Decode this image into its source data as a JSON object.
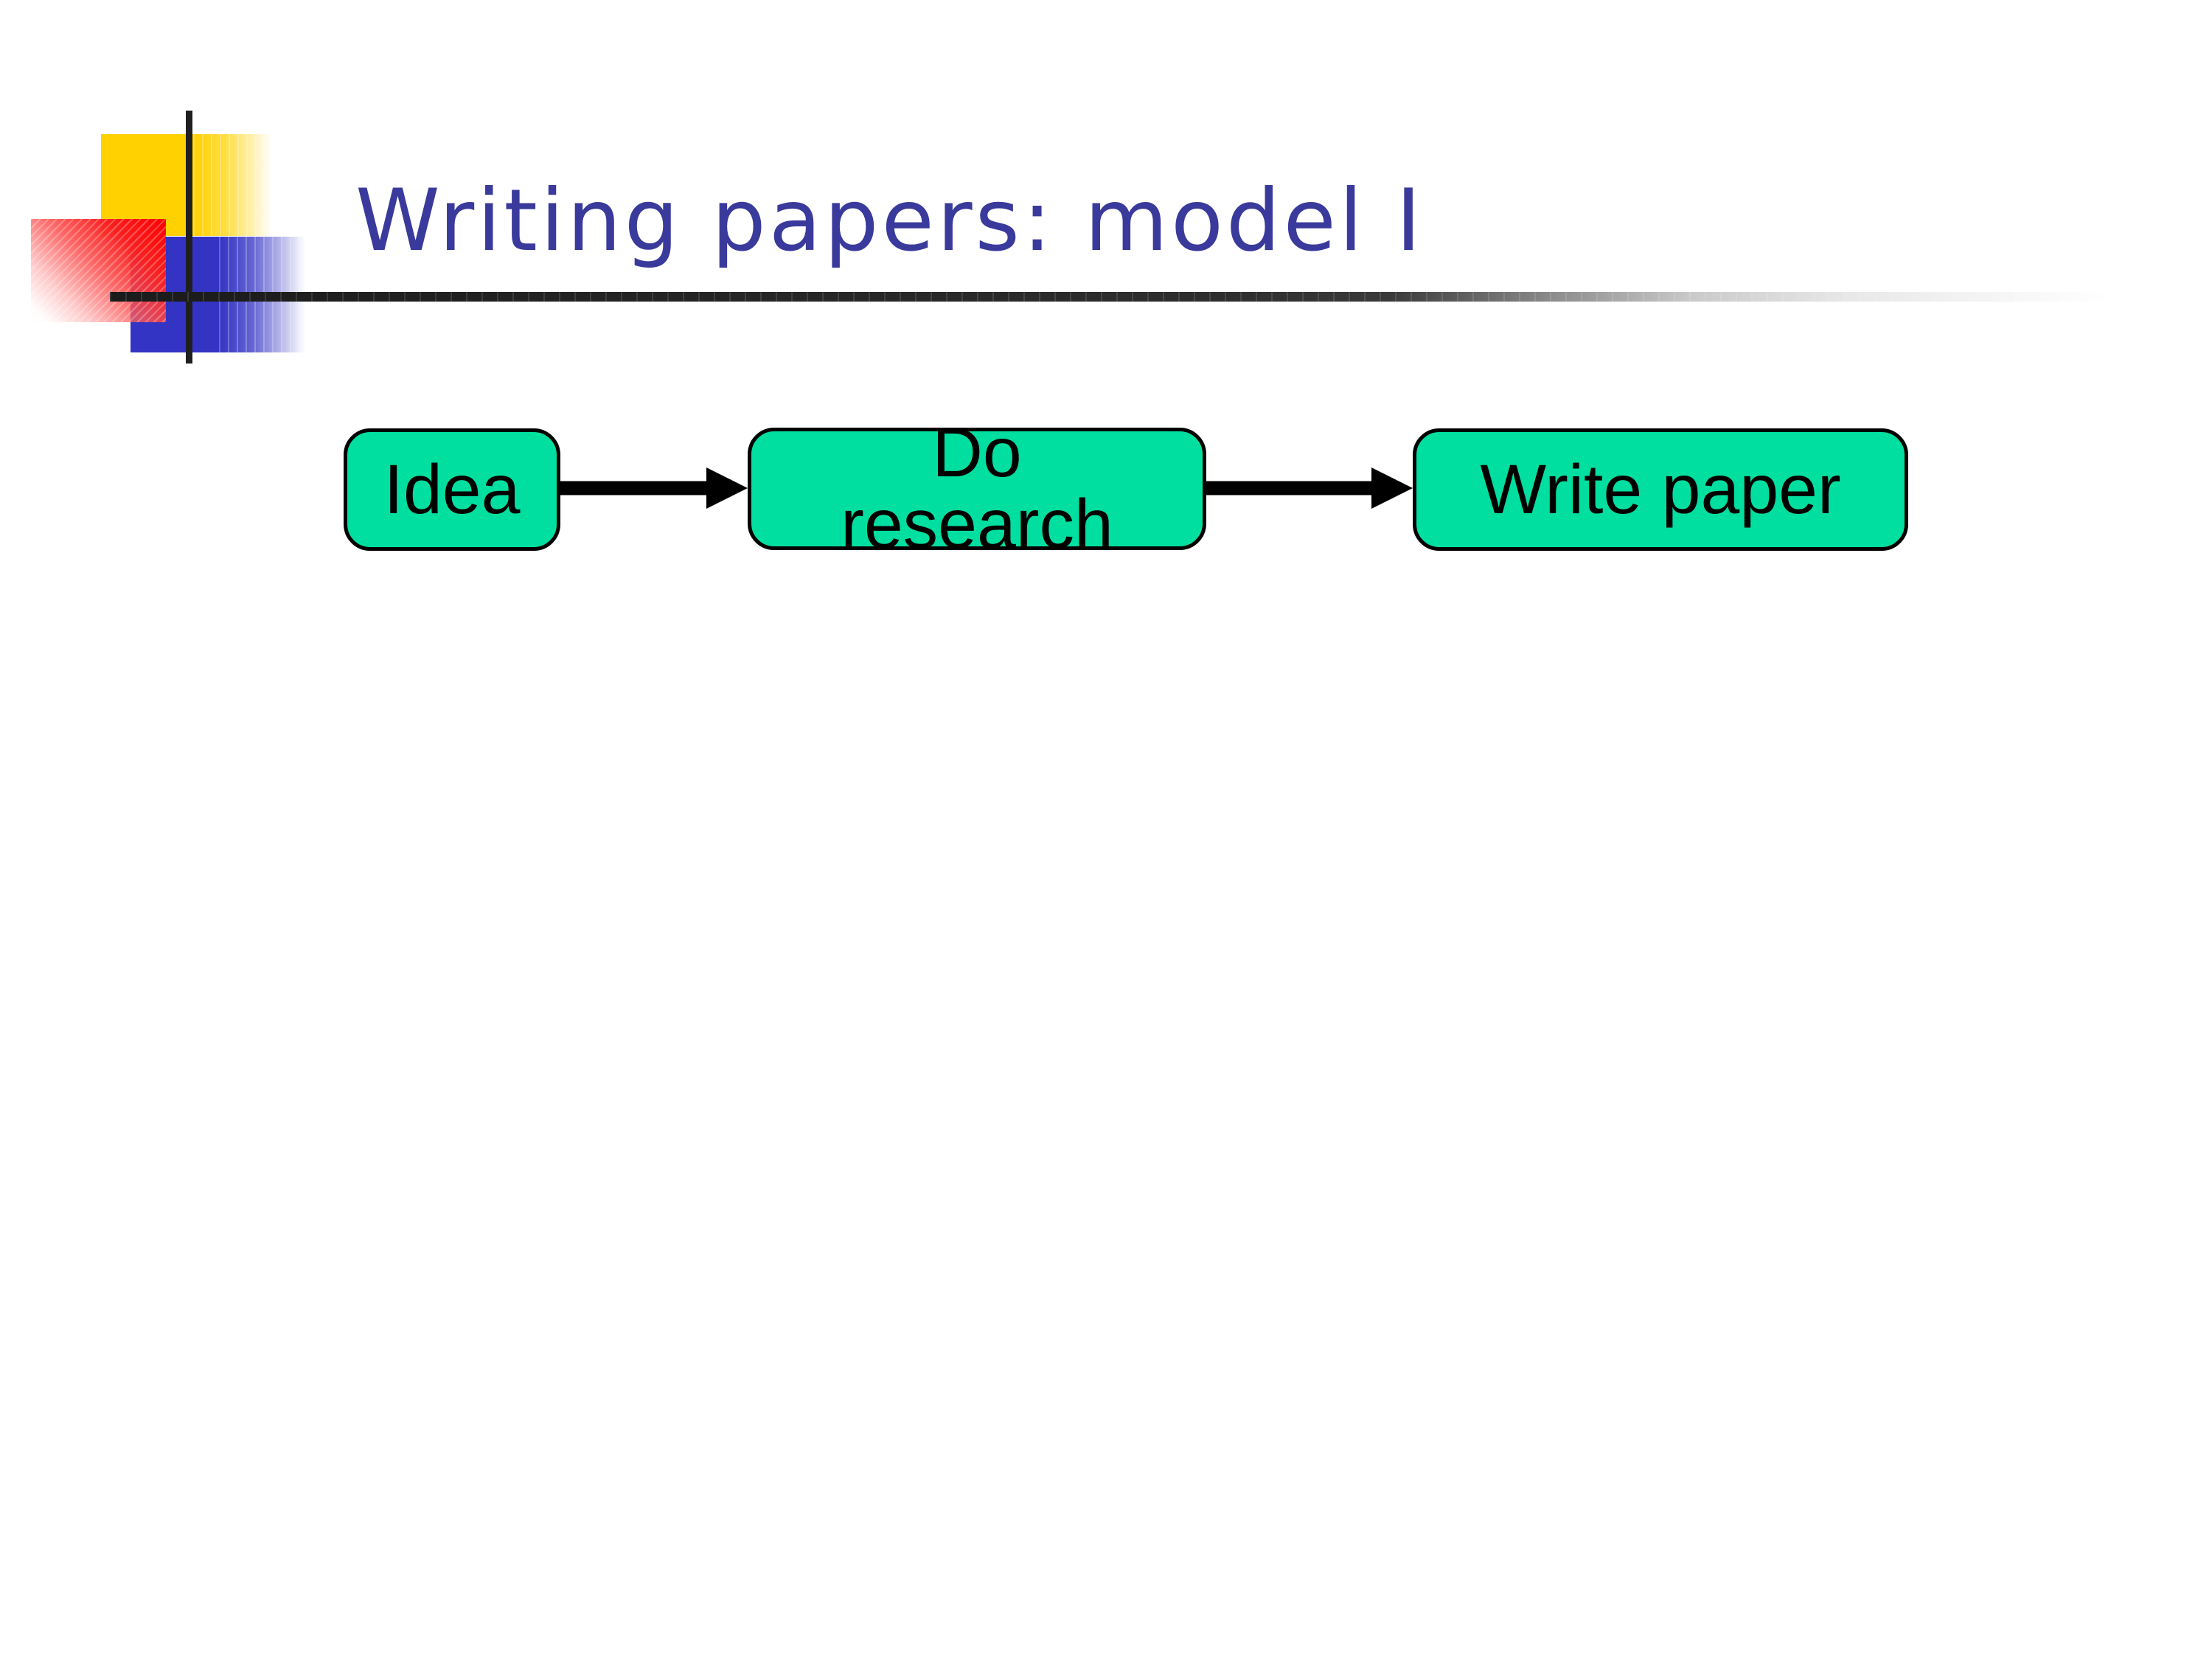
{
  "slide": {
    "title": "Writing papers: model I",
    "title_color": "#3A3A9C",
    "background_color": "#FFFFFF"
  },
  "title_rule": {
    "style": "horizontal gradient bar, dark left fading to white right",
    "dark_color": "#1B1B1B",
    "light_color": "#FFFFFF"
  },
  "decoration_logo": {
    "yellow_square_color": "#FFD100",
    "red_square_color": "#FF0000",
    "blue_square_color": "#3333C4",
    "cross_line_color": "#1F1F1F"
  },
  "flow": {
    "box_fill_color": "#00DFA0",
    "box_border_color": "#000000",
    "arrow_color": "#000000",
    "boxes": [
      {
        "label": "Idea"
      },
      {
        "label": "Do research"
      },
      {
        "label": "Write paper"
      }
    ]
  }
}
